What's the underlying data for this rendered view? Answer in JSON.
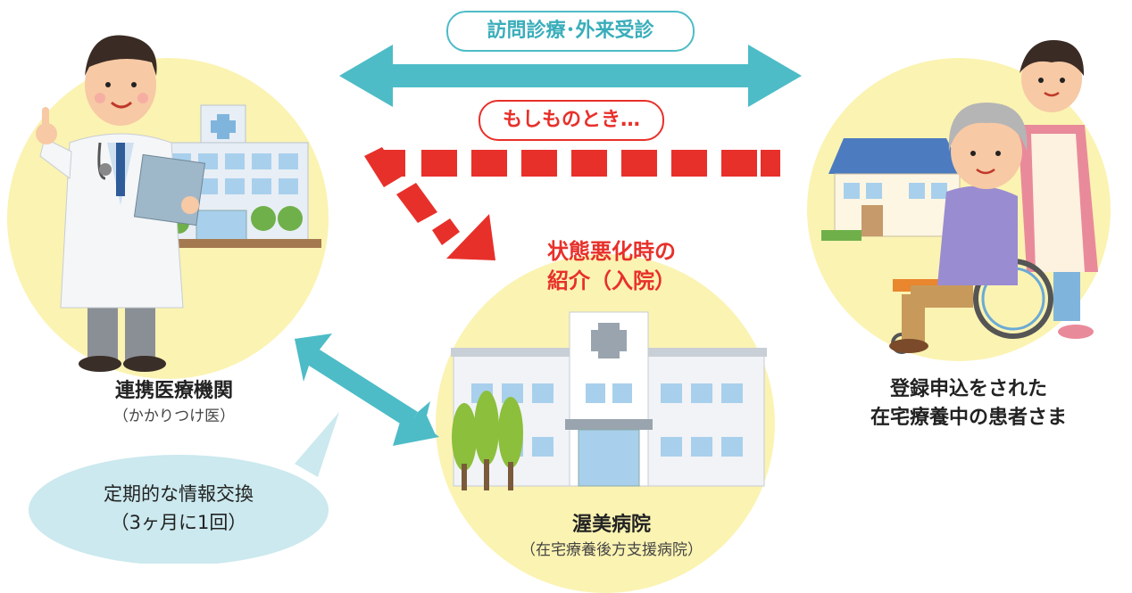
{
  "top_pill": "訪問診療･外来受診",
  "emergency_pill": "もしものとき…",
  "referral_line1": "状態悪化時の",
  "referral_line2": "紹介（入院）",
  "doctor_label": "連携医療機関",
  "doctor_sub": "（かかりつけ医）",
  "patient_line1": "登録申込をされた",
  "patient_line2": "在宅療養中の患者さま",
  "hospital_label": "渥美病院",
  "hospital_sub": "（在宅療養後方支援病院）",
  "bubble_line1": "定期的な情報交換",
  "bubble_line2": "（3ヶ月に1回）",
  "colors": {
    "teal": "#4dbcc7",
    "red": "#e8302a",
    "circle": "#fbf3b2",
    "bubble": "#cbe9ee"
  }
}
